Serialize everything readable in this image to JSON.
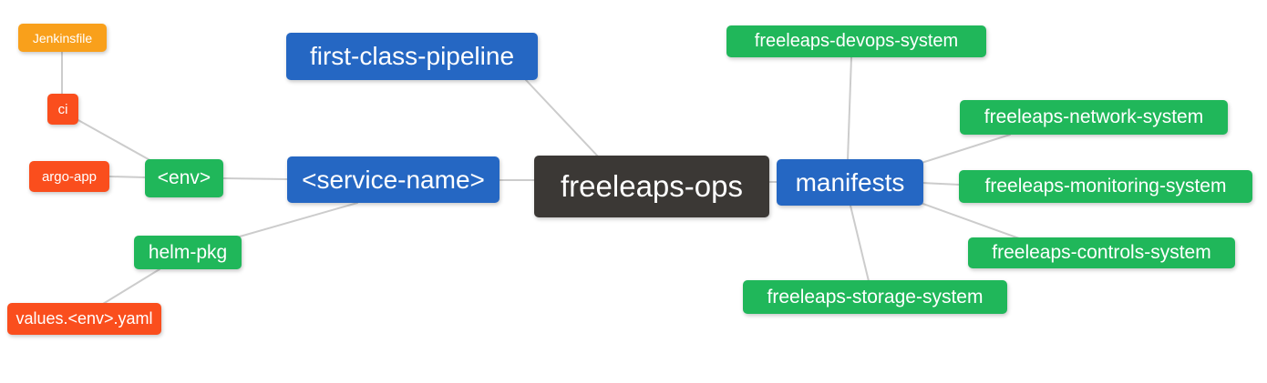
{
  "diagram": {
    "type": "mindmap",
    "root": "freeleaps-ops",
    "structure": {
      "freeleaps-ops": [
        "first-class-pipeline",
        "<service-name>",
        "manifests"
      ],
      "<service-name>": [
        "<env>",
        "helm-pkg"
      ],
      "<env>": [
        "ci",
        "argo-app"
      ],
      "ci": [
        "Jenkinsfile"
      ],
      "helm-pkg": [
        "values.<env>.yaml"
      ],
      "manifests": [
        "freeleaps-devops-system",
        "freeleaps-network-system",
        "freeleaps-monitoring-system",
        "freeleaps-controls-system",
        "freeleaps-storage-system"
      ]
    }
  },
  "nodes": {
    "jenkinsfile": {
      "label": "Jenkinsfile"
    },
    "ci": {
      "label": "ci"
    },
    "argo_app": {
      "label": "argo-app"
    },
    "env": {
      "label": "<env>"
    },
    "helm_pkg": {
      "label": "helm-pkg"
    },
    "values_yaml": {
      "label": "values.<env>.yaml"
    },
    "first_class_pipeline": {
      "label": "first-class-pipeline"
    },
    "service_name": {
      "label": "<service-name>"
    },
    "freeleaps_ops": {
      "label": "freeleaps-ops"
    },
    "manifests": {
      "label": "manifests"
    },
    "devops_system": {
      "label": "freeleaps-devops-system"
    },
    "network_system": {
      "label": "freeleaps-network-system"
    },
    "monitoring_system": {
      "label": "freeleaps-monitoring-system"
    },
    "controls_system": {
      "label": "freeleaps-controls-system"
    },
    "storage_system": {
      "label": "freeleaps-storage-system"
    }
  },
  "colors": {
    "blue": "#2567c3",
    "green": "#20b75a",
    "red": "#fa4e1d",
    "orange": "#f9a01b",
    "dark": "#3b3835",
    "edge": "#cccccc",
    "text": "#ffffff",
    "background": "#ffffff"
  }
}
